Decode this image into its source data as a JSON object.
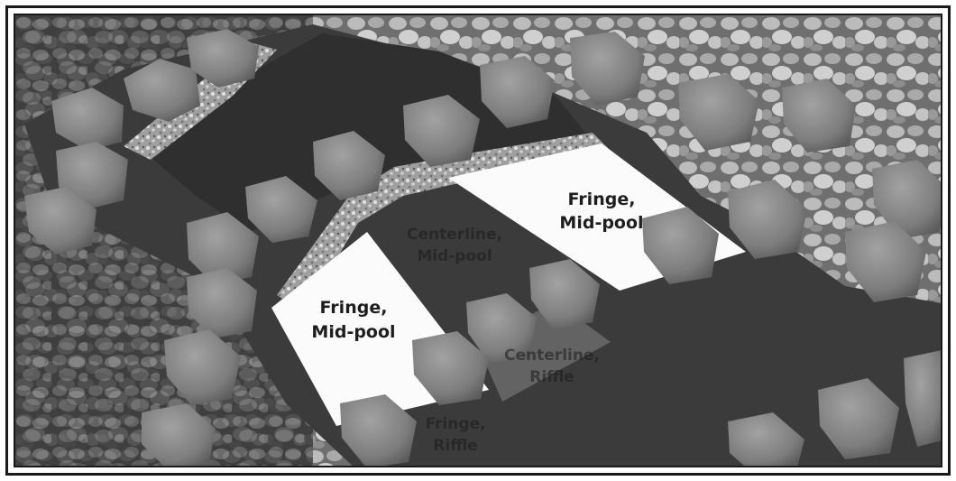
{
  "image": {
    "labels": {
      "fringe_midpool_right_line1": "Fringe,",
      "fringe_midpool_right_line2": "Mid-pool",
      "fringe_midpool_left_line1": "Fringe,",
      "fringe_midpool_left_line2": "Mid-pool",
      "centerline_midpool_line1": "Centerline,",
      "centerline_midpool_line2": "Mid-pool",
      "centerline_riffle_line1": "Centerline,",
      "centerline_riffle_line2": "Riffle",
      "fringe_riffle_line1": "Fringe,",
      "fringe_riffle_line2": "Riffle"
    },
    "colors": {
      "dark_water": "#3b3b3b",
      "white_zone": "#fbfbfb",
      "gravel_light": "#bdbdbd",
      "stone": "#8a8a8a",
      "frame": "#1a1a1a"
    }
  }
}
